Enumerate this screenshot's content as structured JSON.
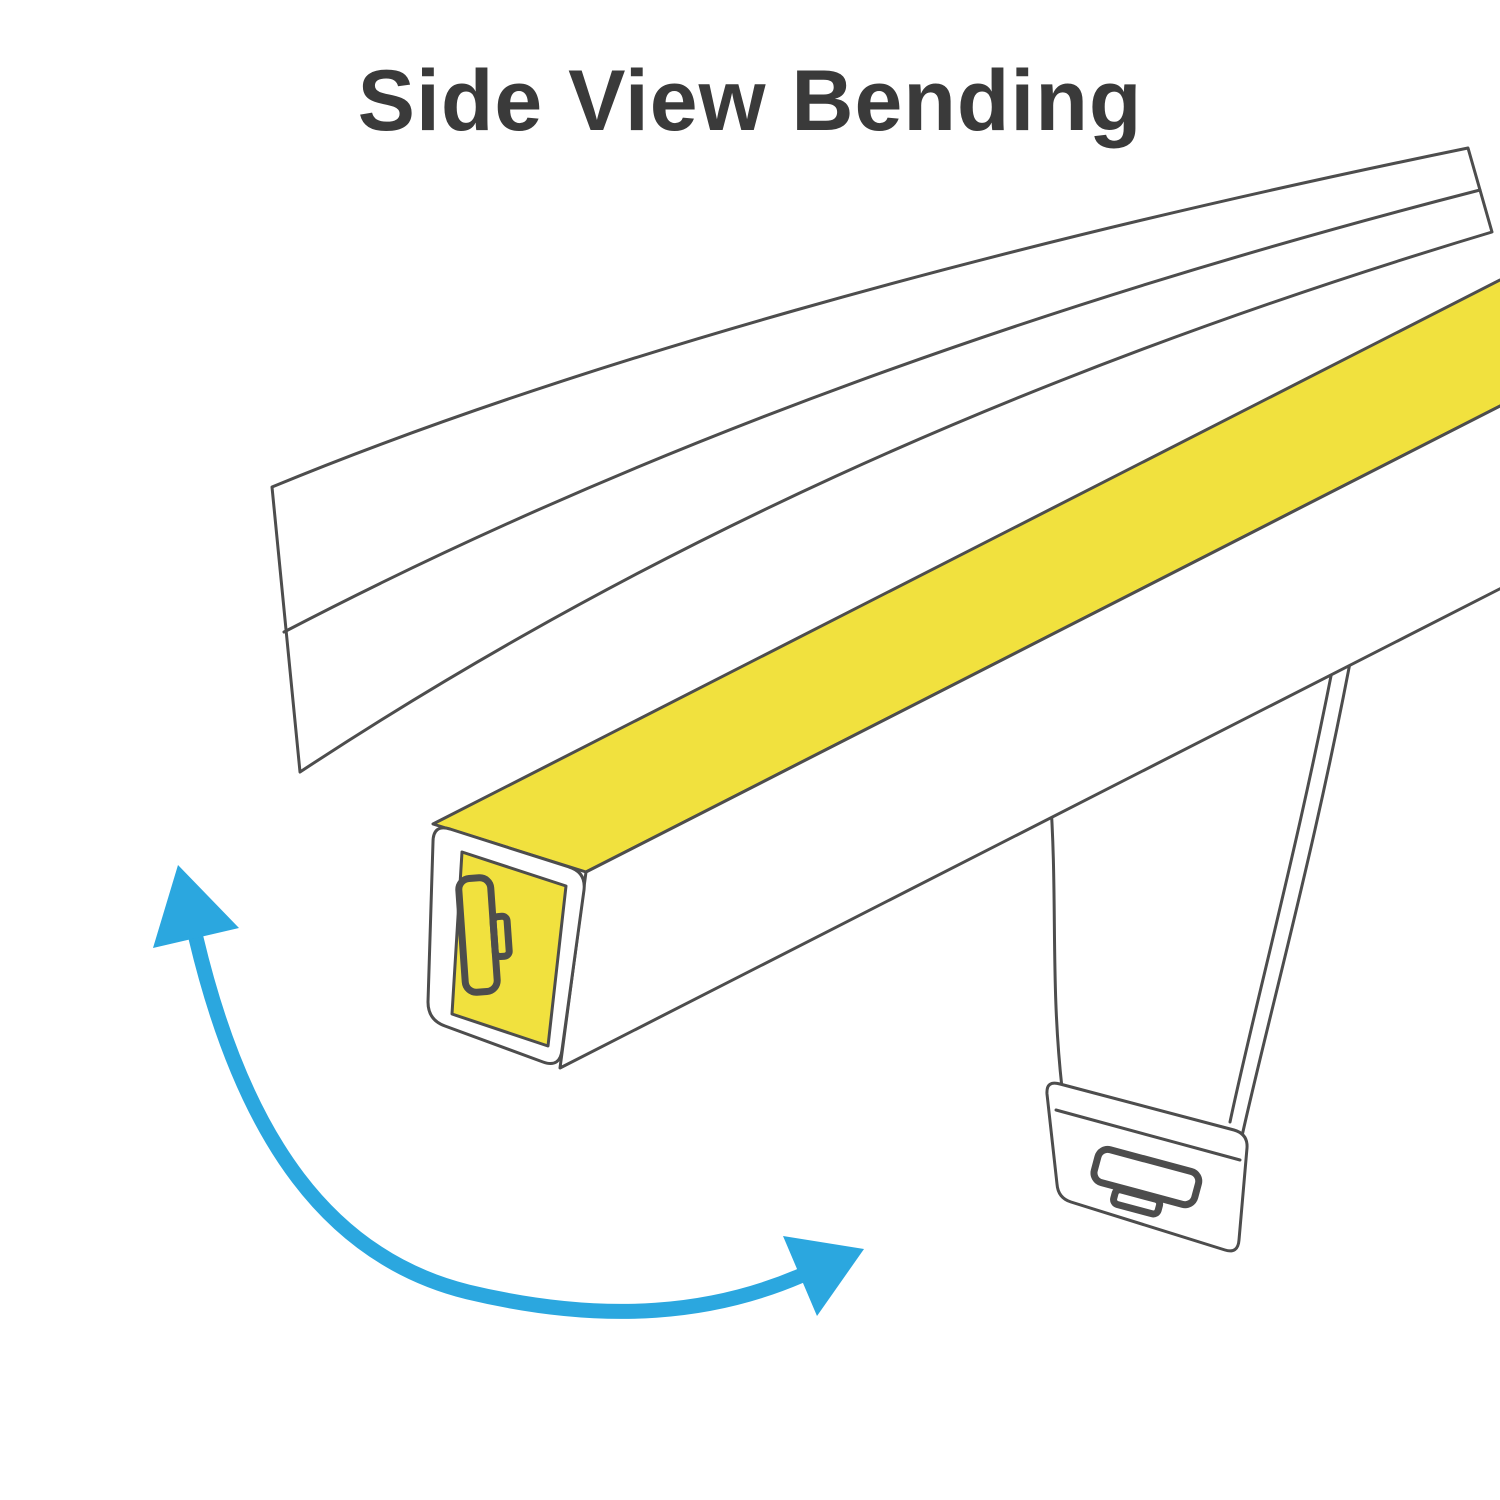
{
  "title": "Side View Bending",
  "colors": {
    "background": "#ffffff",
    "outline": "#4d4d4d",
    "strip_yellow": "#F1E13E",
    "arrow_blue": "#2BA7DF",
    "title_text": "#3a3a3a"
  },
  "icons": [
    {
      "name": "bend-direction-arrow",
      "meaning": "curved double-headed arrow indicating side bending direction"
    },
    {
      "name": "strip-connector-icon",
      "meaning": "connector slot on the neon strip end face"
    },
    {
      "name": "end-cap-connector-icon",
      "meaning": "connector slot on the bent strip end cap"
    }
  ]
}
